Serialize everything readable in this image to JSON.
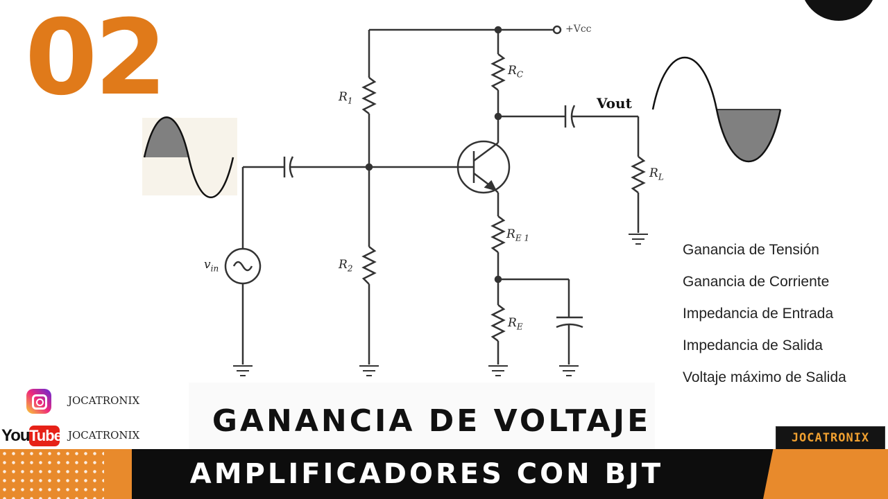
{
  "episode_number": "02",
  "circuit": {
    "labels": {
      "vcc": "+Vcc",
      "vout": "Vout",
      "r1": "R",
      "r1_sub": "1",
      "r2": "R",
      "r2_sub": "2",
      "rc": "R",
      "rc_sub": "C",
      "rl": "R",
      "rl_sub": "L",
      "re1": "R",
      "re1_sub": "E 1",
      "re": "R",
      "re_sub": "E",
      "vin": "v",
      "vin_sub": "in"
    }
  },
  "parameters": [
    "Ganancia de Tensión",
    "Ganancia de Corriente",
    "Impedancia de Entrada",
    "Impedancia de Salida",
    "Voltaje máximo de Salida"
  ],
  "social": {
    "instagram_name": "JOCATRONIX",
    "youtube_name": "JOCATRONIX",
    "youtube_logo_you": "You",
    "youtube_logo_tube": "Tube"
  },
  "title": "GANANCIA DE VOLTAJE",
  "subtitle": "AMPLIFICADORES CON BJT",
  "brand": "JOCATRONIX",
  "colors": {
    "accent_orange": "#e07a1a",
    "bar_black": "#0d0d0d",
    "wave_fill": "#808080"
  }
}
